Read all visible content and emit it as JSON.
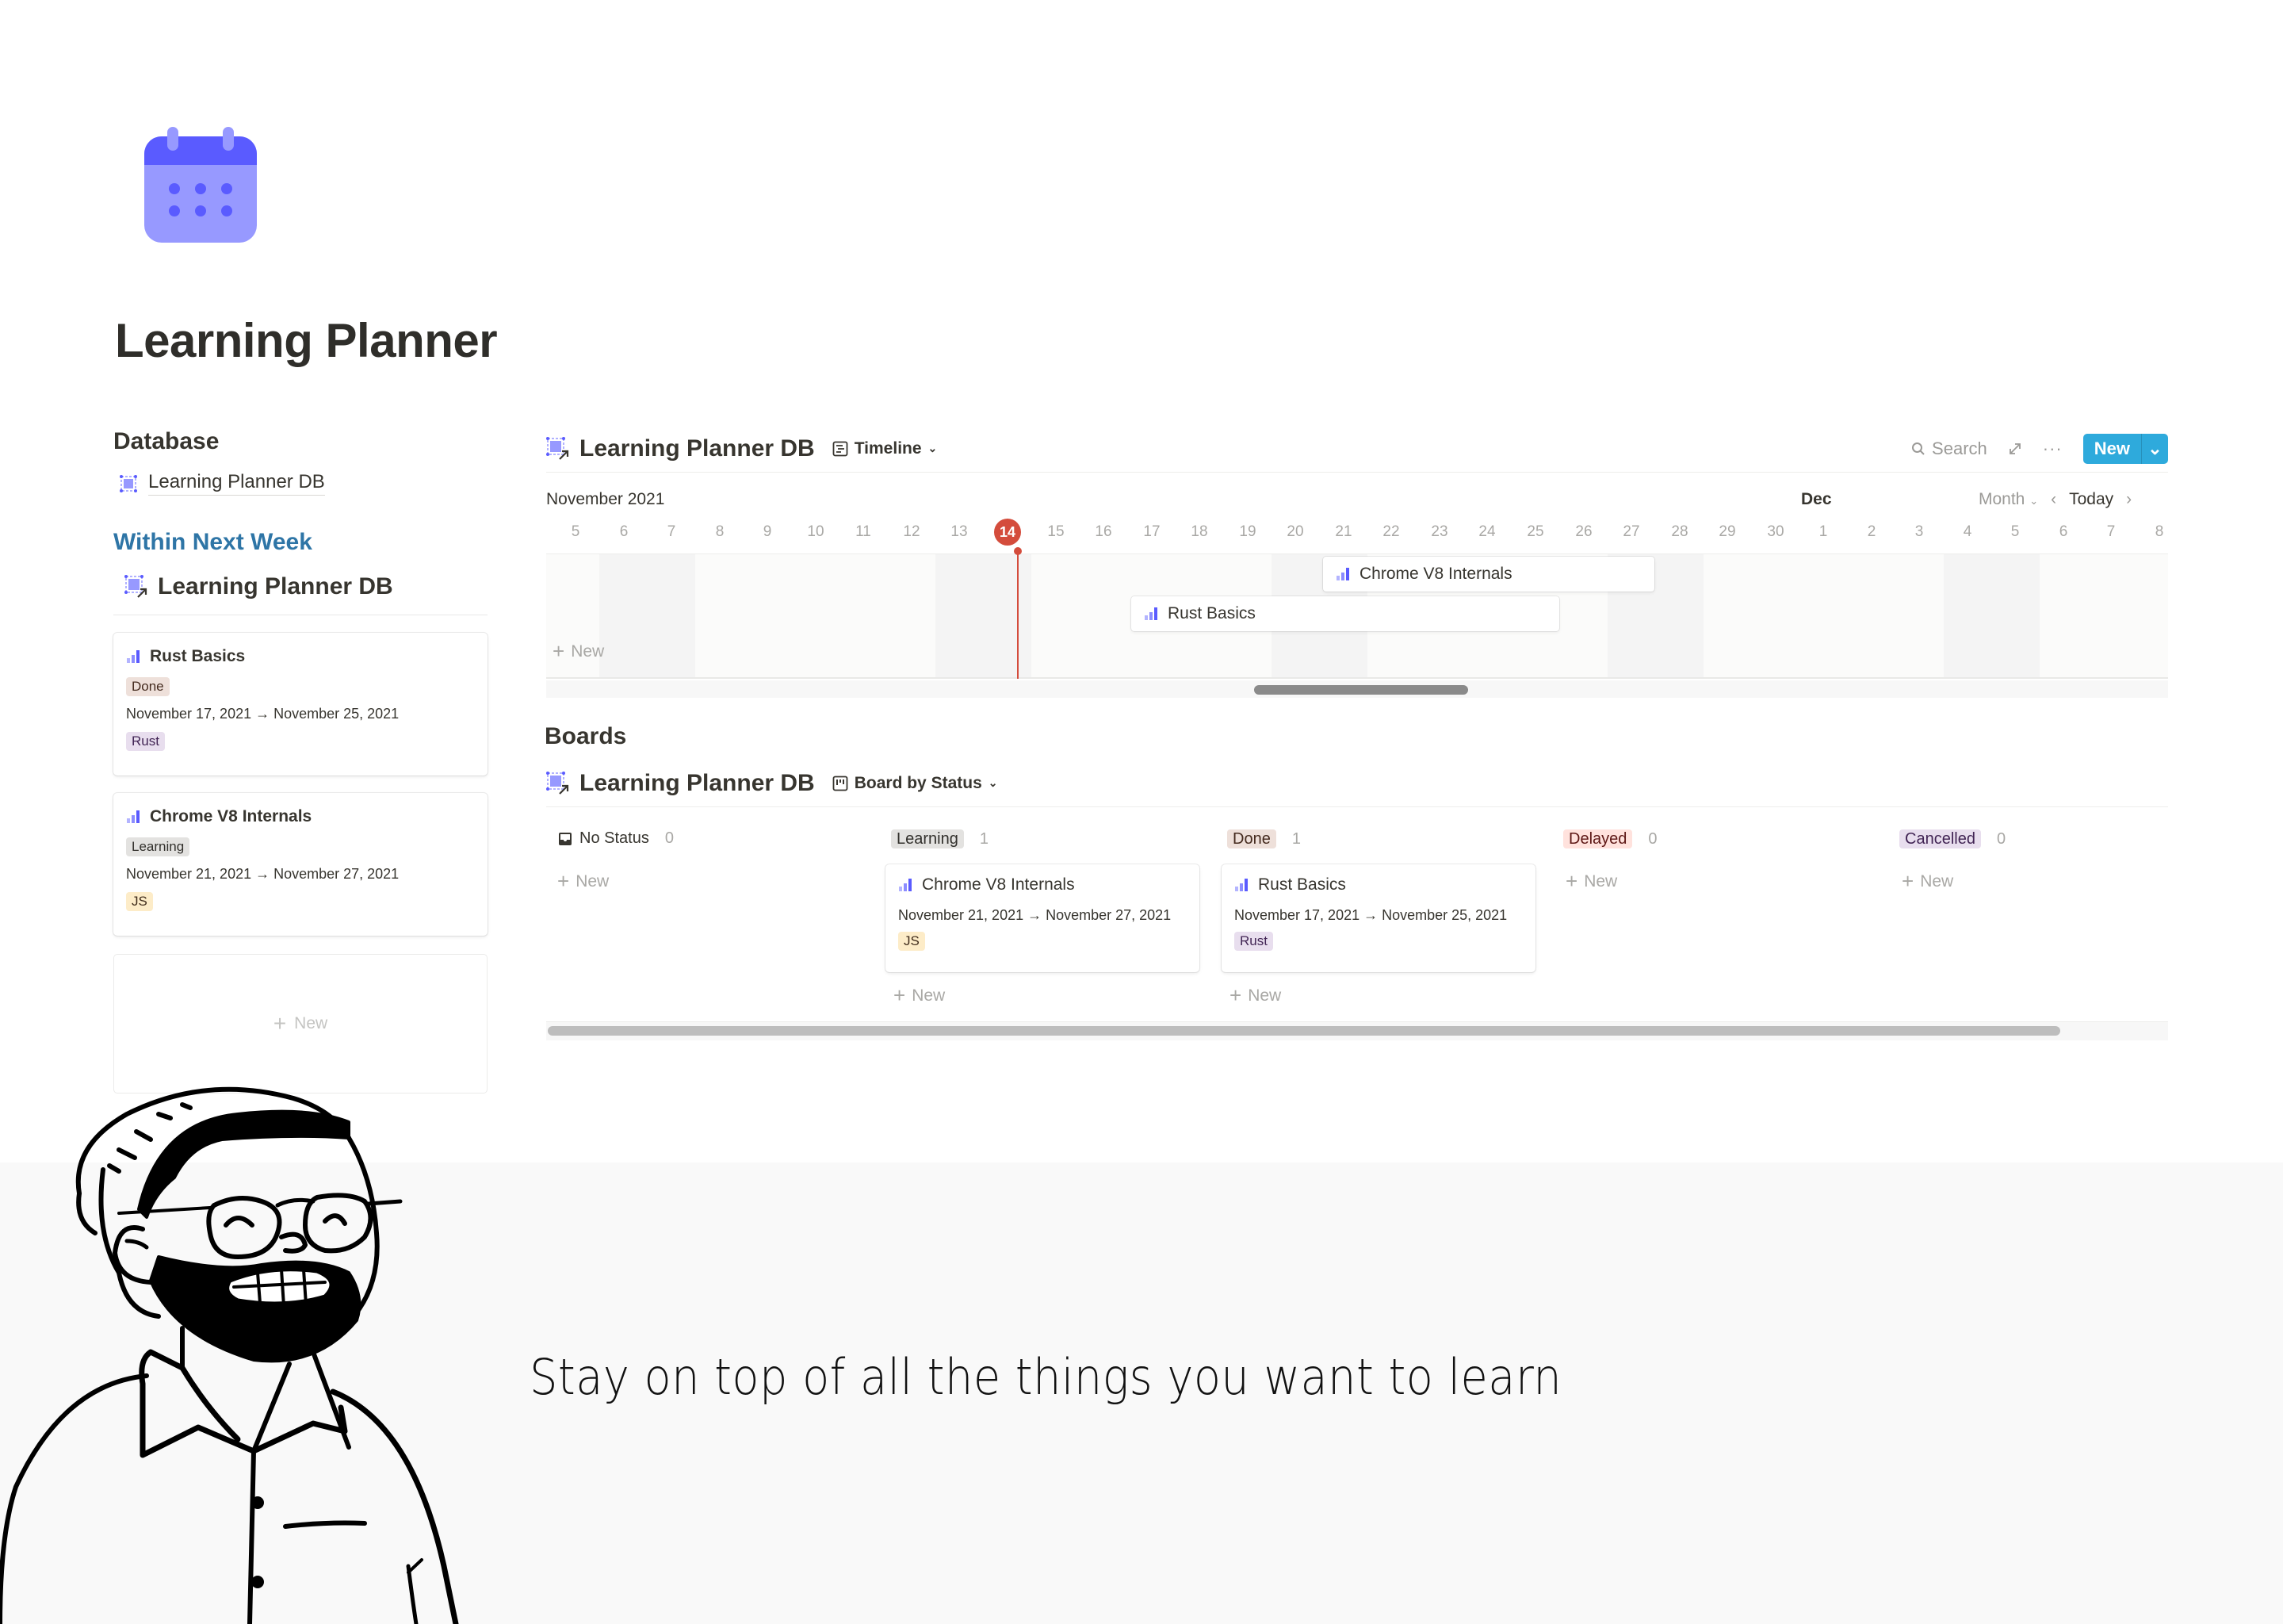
{
  "page": {
    "icon": "calendar-icon",
    "title": "Learning Planner"
  },
  "left": {
    "database_heading": "Database",
    "database_link": "Learning Planner DB",
    "next_week_heading": "Within Next Week",
    "linked_db_title": "Learning Planner DB",
    "cards": [
      {
        "title": "Rust Basics",
        "status": "Done",
        "dates": "November 17, 2021 → November 25, 2021",
        "tag": "Rust"
      },
      {
        "title": "Chrome V8 Internals",
        "status": "Learning",
        "dates": "November 21, 2021 → November 27, 2021",
        "tag": "JS"
      }
    ],
    "new_label": "New"
  },
  "timeline": {
    "db_title": "Learning Planner DB",
    "view_label": "Timeline",
    "search_label": "Search",
    "new_button": "New",
    "month_label": "November 2021",
    "next_month_label": "Dec",
    "scale_label": "Month",
    "today_label": "Today",
    "today_day": "14",
    "days": [
      "5",
      "6",
      "7",
      "8",
      "9",
      "10",
      "11",
      "12",
      "13",
      "14",
      "15",
      "16",
      "17",
      "18",
      "19",
      "20",
      "21",
      "22",
      "23",
      "24",
      "25",
      "26",
      "27",
      "28",
      "29",
      "30",
      "1",
      "2",
      "3",
      "4",
      "5",
      "6",
      "7",
      "8"
    ],
    "bars": [
      {
        "title": "Chrome V8 Internals",
        "start": "November 21, 2021",
        "end": "November 27, 2021"
      },
      {
        "title": "Rust Basics",
        "start": "November 17, 2021",
        "end": "November 25, 2021"
      }
    ],
    "new_label": "New"
  },
  "boards": {
    "heading": "Boards",
    "db_title": "Learning Planner DB",
    "view_label": "Board by Status",
    "columns": [
      {
        "label": "No Status",
        "count": "0",
        "new_label": "New"
      },
      {
        "label": "Learning",
        "count": "1",
        "new_label": "New",
        "card": {
          "title": "Chrome V8 Internals",
          "dates": "November 21, 2021 → November 27, 2021",
          "tag": "JS"
        }
      },
      {
        "label": "Done",
        "count": "1",
        "new_label": "New",
        "card": {
          "title": "Rust Basics",
          "dates": "November 17, 2021 → November 25, 2021",
          "tag": "Rust"
        }
      },
      {
        "label": "Delayed",
        "count": "0",
        "new_label": "New"
      },
      {
        "label": "Cancelled",
        "count": "0",
        "new_label": "New"
      }
    ]
  },
  "tagline": "Stay on top of all the things you want to learn",
  "colors": {
    "accent_blue": "#2eaadc",
    "heading_blue": "#2e75a6",
    "today_red": "#d44c3c",
    "icon_purple": "#5a5bff",
    "icon_purple_light": "#9799ff"
  }
}
